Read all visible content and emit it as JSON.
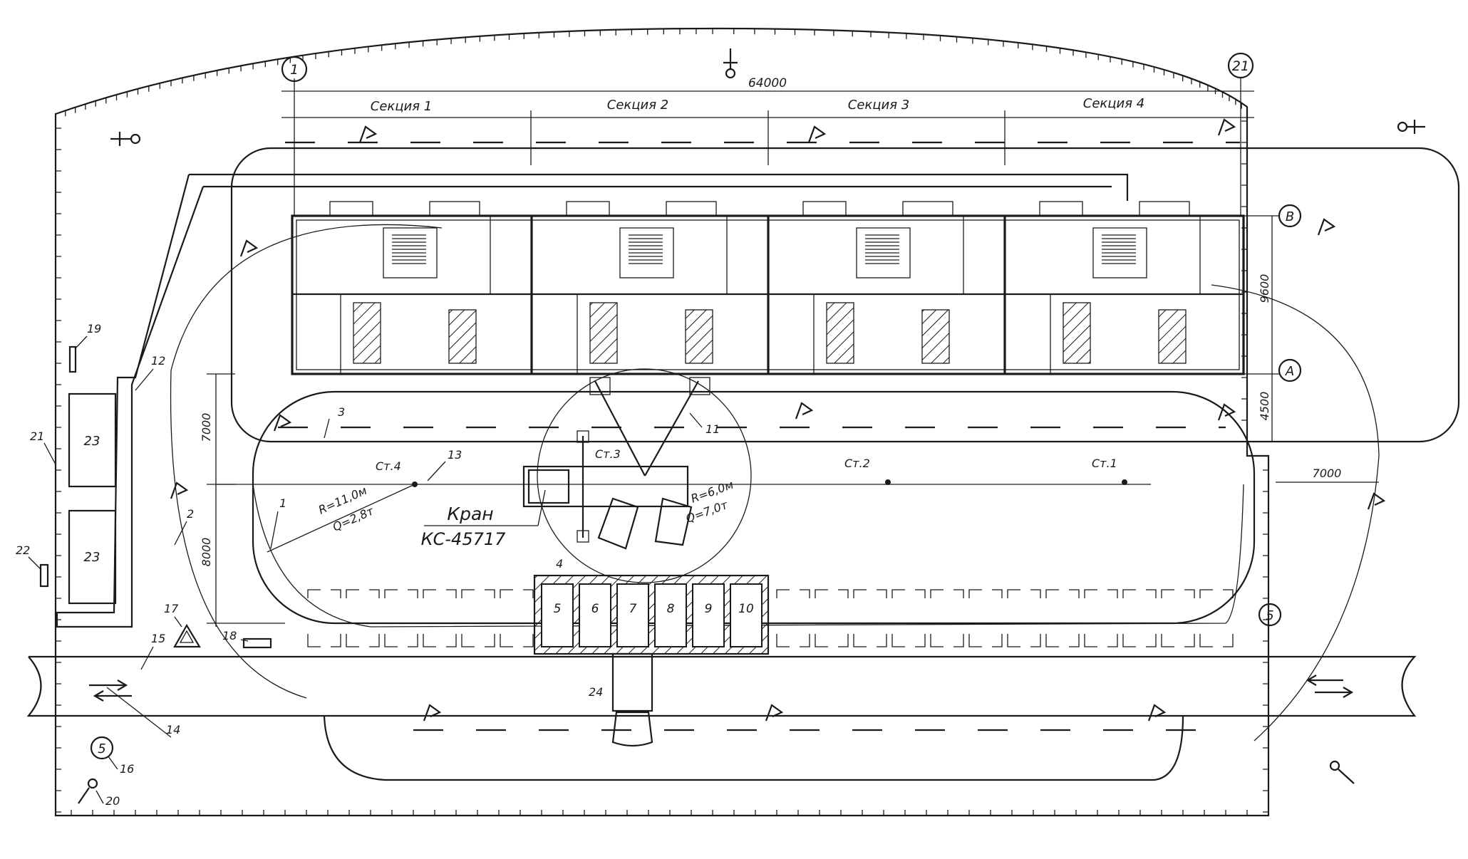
{
  "axes": {
    "left": "1",
    "right": "21",
    "top": "В",
    "bottom": "А"
  },
  "dimensions": {
    "overall": "64000",
    "depth": "9600",
    "offset_front": "4500",
    "crane_zone_1": "7000",
    "crane_zone_2": "8000",
    "right_gap": "7000"
  },
  "sections": [
    "Секция 1",
    "Секция 2",
    "Секция 3",
    "Секция 4"
  ],
  "crane": {
    "title": "Кран",
    "model": "КС-45717",
    "reach_max": "R=11,0м",
    "load_max": "Q=2,8т",
    "reach_min": "R=6,0м",
    "load_min": "Q=7,0т"
  },
  "stations": [
    "Ст.1",
    "Ст.2",
    "Ст.3",
    "Ст.4"
  ],
  "storage_bays": [
    "5",
    "6",
    "7",
    "8",
    "9",
    "10"
  ],
  "buildings": [
    "23",
    "23"
  ],
  "labels": {
    "n1": "1",
    "n2": "2",
    "n3": "3",
    "n4": "4",
    "n11": "11",
    "n12": "12",
    "n13": "13",
    "n14": "14",
    "n15": "15",
    "n16": "16",
    "n17": "17",
    "n18": "18",
    "n19": "19",
    "n20": "20",
    "n21": "21",
    "n22": "22",
    "n24": "24",
    "speed_left": "5",
    "speed_right": "5"
  }
}
